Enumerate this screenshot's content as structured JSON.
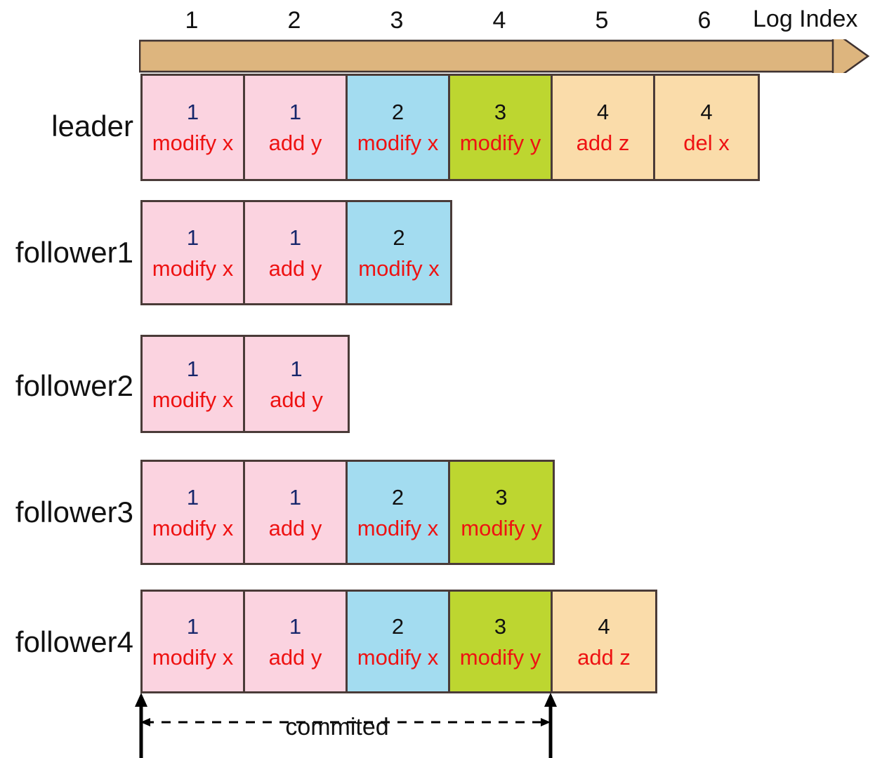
{
  "axis": {
    "title": "Log Index",
    "indices": [
      "1",
      "2",
      "3",
      "4",
      "5",
      "6"
    ],
    "arrow_color": "#ddb57e"
  },
  "legend_colors": {
    "term1": "#fbd3e0",
    "term2": "#a3dcf0",
    "term3": "#bdd630",
    "term4": "#fadcaa",
    "term_text_1": "#16266b",
    "term_text_other": "#111111",
    "command_text": "#ee1212",
    "border": "#4a3b38"
  },
  "commit": {
    "label": "commited",
    "from_index": 1,
    "to_index": 4
  },
  "chart_data": {
    "type": "table",
    "title": "Log Index",
    "categories": [
      "1",
      "2",
      "3",
      "4",
      "5",
      "6"
    ],
    "xlabel": "Log Index",
    "ylabel": "",
    "rows": [
      {
        "name": "leader",
        "entries": [
          {
            "term": "1",
            "command": "modify x",
            "color": "term1"
          },
          {
            "term": "1",
            "command": "add y",
            "color": "term1"
          },
          {
            "term": "2",
            "command": "modify x",
            "color": "term2"
          },
          {
            "term": "3",
            "command": "modify y",
            "color": "term3"
          },
          {
            "term": "4",
            "command": "add z",
            "color": "term4"
          },
          {
            "term": "4",
            "command": "del x",
            "color": "term4"
          }
        ]
      },
      {
        "name": "follower1",
        "entries": [
          {
            "term": "1",
            "command": "modify x",
            "color": "term1"
          },
          {
            "term": "1",
            "command": "add y",
            "color": "term1"
          },
          {
            "term": "2",
            "command": "modify x",
            "color": "term2"
          }
        ]
      },
      {
        "name": "follower2",
        "entries": [
          {
            "term": "1",
            "command": "modify x",
            "color": "term1"
          },
          {
            "term": "1",
            "command": "add y",
            "color": "term1"
          }
        ]
      },
      {
        "name": "follower3",
        "entries": [
          {
            "term": "1",
            "command": "modify x",
            "color": "term1"
          },
          {
            "term": "1",
            "command": "add y",
            "color": "term1"
          },
          {
            "term": "2",
            "command": "modify x",
            "color": "term2"
          },
          {
            "term": "3",
            "command": "modify y",
            "color": "term3"
          }
        ]
      },
      {
        "name": "follower4",
        "entries": [
          {
            "term": "1",
            "command": "modify x",
            "color": "term1"
          },
          {
            "term": "1",
            "command": "add y",
            "color": "term1"
          },
          {
            "term": "2",
            "command": "modify x",
            "color": "term2"
          },
          {
            "term": "3",
            "command": "modify y",
            "color": "term3"
          },
          {
            "term": "4",
            "command": "add z",
            "color": "term4"
          }
        ]
      }
    ]
  }
}
